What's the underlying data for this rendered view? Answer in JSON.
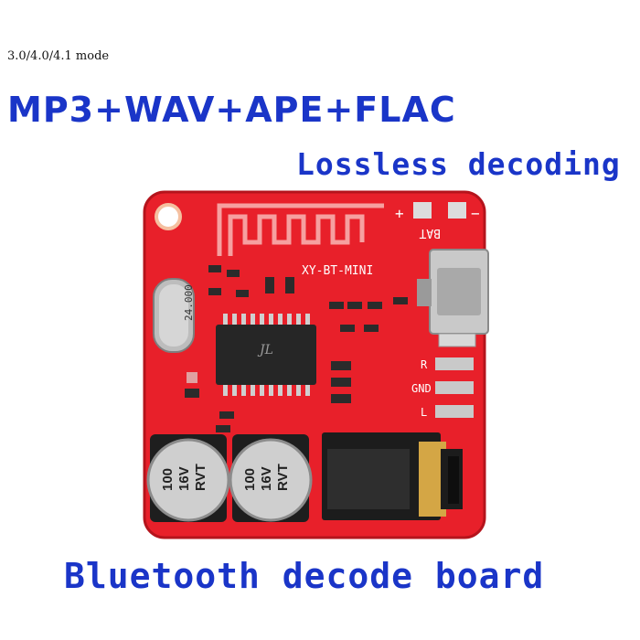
{
  "mode_text": "3.0/4.0/4.1 mode",
  "headline": "MP3+WAV+APE+FLAC",
  "subheadline": "Lossless decoding",
  "footer": "Bluetooth decode board",
  "board": {
    "model_label": "XY-BT-MINI",
    "battery_label": "BAT",
    "plus_label": "+",
    "minus_label": "−",
    "crystal_label": "24.000",
    "chip_logo": "JL",
    "pin_labels": [
      "R",
      "GND",
      "L"
    ],
    "capacitors": [
      {
        "lines": [
          "100",
          "16V",
          "RVT"
        ]
      },
      {
        "lines": [
          "100",
          "16V",
          "RVT"
        ]
      }
    ]
  },
  "colors": {
    "text_blue": "#1a35c8",
    "pcb_red": "#e8202a",
    "metal": "#c9c9c9",
    "gold": "#d4a645"
  }
}
